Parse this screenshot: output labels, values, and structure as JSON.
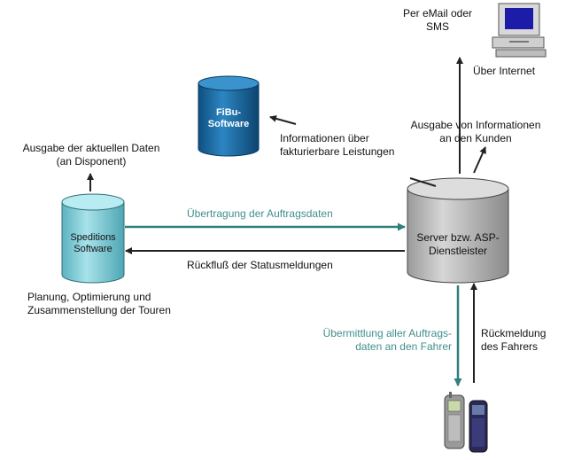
{
  "nodes": {
    "fibu": {
      "line1": "FiBu-",
      "line2": "Software"
    },
    "speditions": {
      "line1": "Speditions",
      "line2": "Software"
    },
    "server": {
      "line1": "Server bzw. ASP-",
      "line2": "Dienstleister"
    }
  },
  "labels": {
    "email_sms": {
      "line1": "Per eMail oder",
      "line2": "SMS"
    },
    "ueber_internet": "Über Internet",
    "ausgabe_kunden": {
      "line1": "Ausgabe von Informationen",
      "line2": "an den Kunden"
    },
    "info_leistungen": {
      "line1": "Informationen über",
      "line2": "fakturierbare Leistungen"
    },
    "ausgabe_daten": {
      "line1": "Ausgabe der aktuellen Daten",
      "line2": "(an Disponent)"
    },
    "uebertragung": "Übertragung der Auftragsdaten",
    "rueckfluss": "Rückfluß der Statusmeldungen",
    "planung": {
      "line1": "Planung, Optimierung und",
      "line2": "Zusammenstellung der Touren"
    },
    "uebermittlung": {
      "line1": "Übermittlung aller Auftrags-",
      "line2": "daten an den Fahrer"
    },
    "rueckmeldung": {
      "line1": "Rückmeldung",
      "line2": "des Fahrers"
    }
  },
  "colors": {
    "fibu_fill": "#1f6fa6",
    "speditions_fill": "#7fcfd9",
    "server_fill": "#bdbdbd",
    "teal_arrow": "#2f7f7d",
    "dark_arrow": "#222222"
  },
  "icons": [
    "computer-icon",
    "mobile-phone-icon"
  ]
}
